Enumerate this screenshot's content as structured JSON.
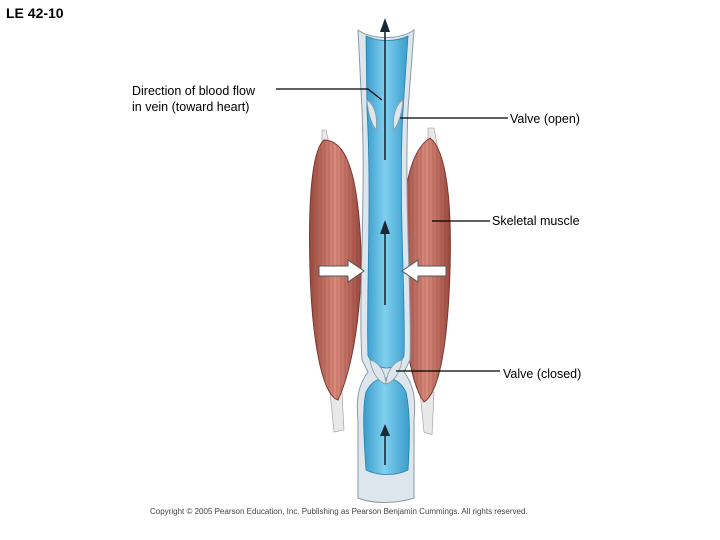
{
  "slide": {
    "title": "LE 42-10"
  },
  "labels": {
    "direction_line1": "Direction of blood flow",
    "direction_line2": "in vein (toward heart)",
    "valve_open": "Valve (open)",
    "skeletal_muscle": "Skeletal muscle",
    "valve_closed": "Valve (closed)"
  },
  "copyright": "Copyright © 2005 Pearson Education, Inc. Publishing as Pearson Benjamin Cummings. All rights reserved.",
  "colors": {
    "blood": "#5bb8df",
    "blood_dark": "#2f8fbf",
    "muscle": "#c8786a",
    "muscle_dark": "#8c3f36",
    "vein_wall": "#d9e4ea"
  }
}
